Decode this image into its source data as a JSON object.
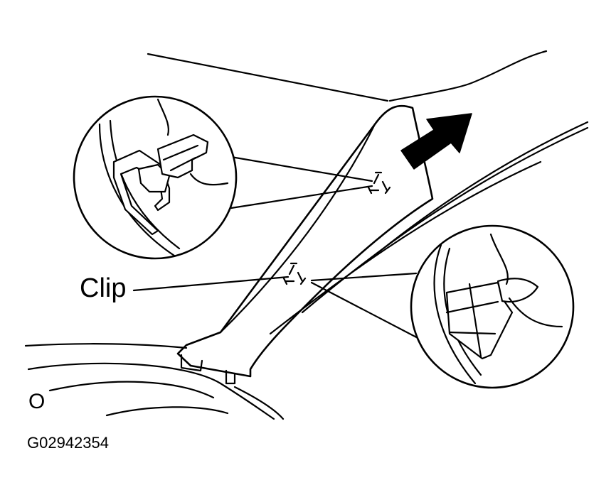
{
  "labels": {
    "clip": "Clip",
    "figure_code": "G02942354",
    "edge_letter": "O"
  },
  "icons": {
    "clip_marker": "recycle-triangle-icon",
    "direction": "pull-arrow-icon"
  },
  "colors": {
    "line": "#000000",
    "background": "#ffffff"
  }
}
